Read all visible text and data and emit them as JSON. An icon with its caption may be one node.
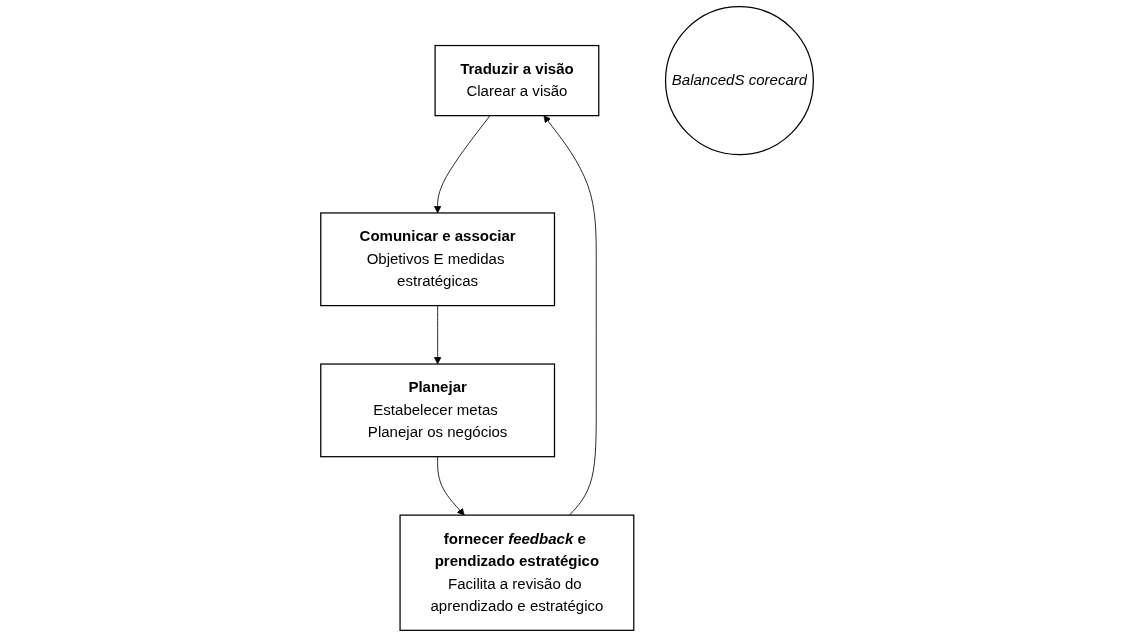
{
  "diagram": {
    "nodes": [
      {
        "text": [
          "Traduzir a visão",
          "Clarear a visão"
        ]
      },
      {
        "text": [
          "Comunicar e associar",
          "Objetivos E medidas estratégicas"
        ]
      },
      {
        "text": [
          "BalancedS corecard"
        ]
      },
      {
        "text": [
          "fornecer *feedback* e prendizado estratégico",
          "Facilita a revisão do aprendizado e estratégico"
        ]
      },
      {
        "text": [
          "Planejar",
          "Estabelecer metas Planejar os negócios"
        ]
      }
    ],
    "edges": [
      {
        "from": 0,
        "to": 1,
        "arrow": "to"
      },
      {
        "from": 1,
        "to": 4,
        "arrow": "to"
      },
      {
        "from": 4,
        "to": 3,
        "arrow": "to"
      },
      {
        "from": 3,
        "to": 0,
        "arrow": "to"
      }
    ]
  }
}
